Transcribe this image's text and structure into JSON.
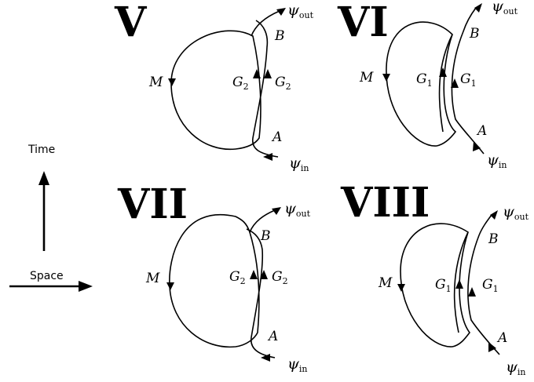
{
  "axes": {
    "time_label": "Time",
    "space_label": "Space"
  },
  "panels": {
    "v": {
      "numeral": "V",
      "mid": "M",
      "left_gate": "G",
      "left_sub": "2",
      "right_gate": "G",
      "right_sub": "2",
      "top": "B",
      "bottom": "A",
      "psi_out": "ψ",
      "out_sub": "out",
      "psi_in": "ψ",
      "in_sub": "in"
    },
    "vi": {
      "numeral": "VI",
      "mid": "M",
      "left_gate": "G",
      "left_sub": "1",
      "right_gate": "G",
      "right_sub": "1",
      "top": "B",
      "bottom": "A",
      "psi_out": "ψ",
      "out_sub": "out",
      "psi_in": "ψ",
      "in_sub": "in"
    },
    "vii": {
      "numeral": "VII",
      "mid": "M",
      "left_gate": "G",
      "left_sub": "2",
      "right_gate": "G",
      "right_sub": "2",
      "top": "B",
      "bottom": "A",
      "psi_out": "ψ",
      "out_sub": "out",
      "psi_in": "ψ",
      "in_sub": "in"
    },
    "viii": {
      "numeral": "VIII",
      "mid": "M",
      "left_gate": "G",
      "left_sub": "1",
      "right_gate": "G",
      "right_sub": "1",
      "top": "B",
      "bottom": "A",
      "psi_out": "ψ",
      "out_sub": "out",
      "psi_in": "ψ",
      "in_sub": "in"
    }
  }
}
